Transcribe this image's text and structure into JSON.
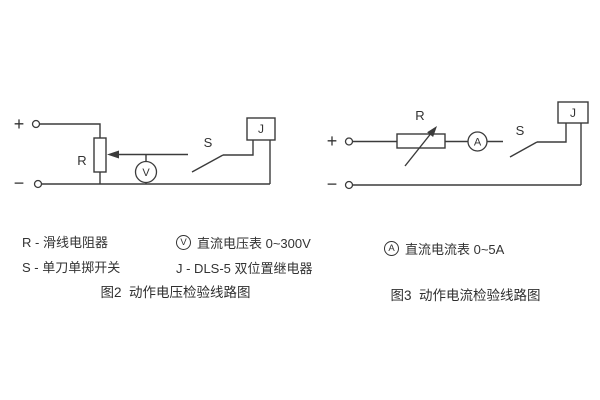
{
  "page": {
    "background": "#ffffff",
    "line_color": "#3b3b3b",
    "text_color": "#333333"
  },
  "figure2": {
    "labels": {
      "plus": "+",
      "minus": "−",
      "resistor": "R",
      "switch": "S",
      "meter": "V",
      "relay": "J"
    },
    "caption": "图2  动作电压检验线路图"
  },
  "figure3": {
    "labels": {
      "plus": "+",
      "minus": "−",
      "resistor": "R",
      "switch": "S",
      "meter": "A",
      "relay": "J"
    },
    "caption": "图3  动作电流检验线路图"
  },
  "legend": {
    "resistor": "R - 滑线电阻器",
    "switch": "S - 单刀单掷开关",
    "voltmeter_symbol": "V",
    "voltmeter": "直流电压表 0~300V",
    "relay": "J - DLS-5 双位置继电器",
    "ammeter_symbol": "A",
    "ammeter": "直流电流表 0~5A"
  }
}
